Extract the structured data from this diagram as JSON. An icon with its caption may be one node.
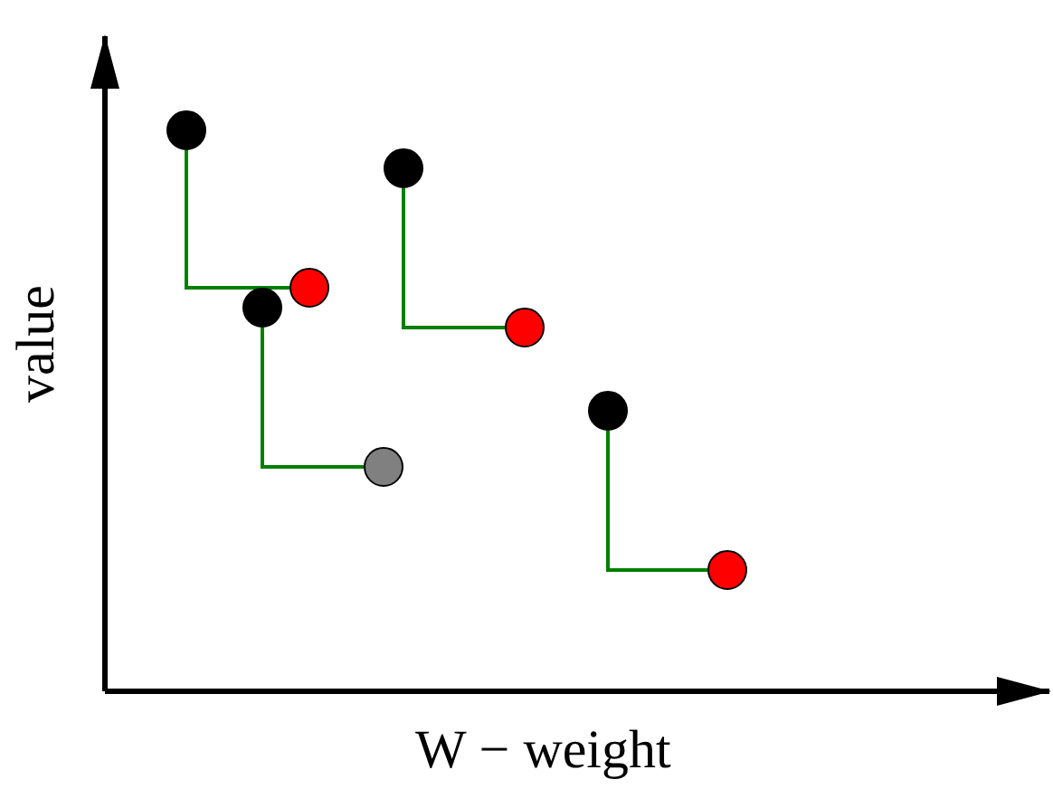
{
  "diagram": {
    "nodes": [
      {
        "text": [],
        "shape": "circle"
      },
      {
        "text": [],
        "shape": "circle"
      },
      {
        "text": [],
        "shape": "circle"
      },
      {
        "text": [],
        "shape": "circle"
      },
      {
        "text": [],
        "shape": "circle"
      },
      {
        "text": [],
        "shape": "circle"
      },
      {
        "text": [],
        "shape": "circle"
      },
      {
        "text": [],
        "shape": "circle"
      }
    ],
    "edges": [
      {
        "from": 0,
        "to": 2,
        "arrow": "none"
      },
      {
        "from": 1,
        "to": 3,
        "arrow": "none"
      },
      {
        "from": 4,
        "to": 5,
        "arrow": "none"
      },
      {
        "from": 6,
        "to": 7,
        "arrow": "none"
      }
    ],
    "labels": [
      "value",
      "W − weight"
    ]
  }
}
